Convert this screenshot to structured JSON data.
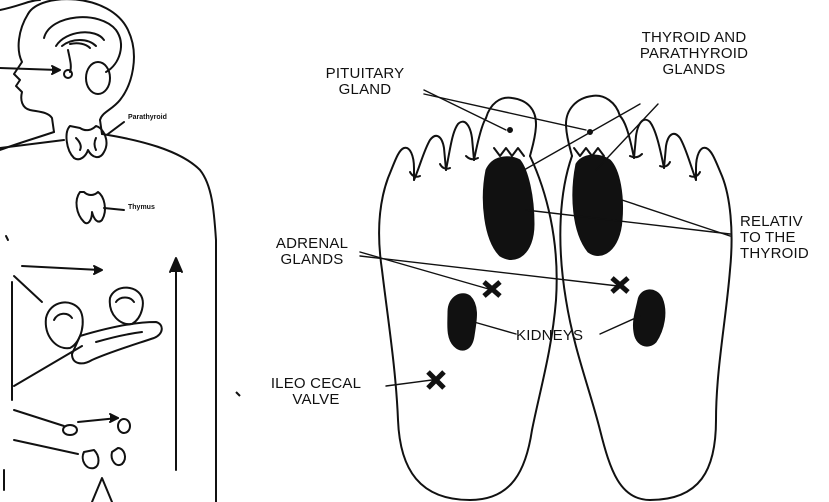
{
  "left_figure": {
    "parathyroid_label": "Parathyroid",
    "thymus_label": "Thymus"
  },
  "foot_diagram": {
    "labels": {
      "pituitary_line1": "PITUITARY",
      "pituitary_line2": "GLAND",
      "thyroid_line1": "THYROID AND",
      "thyroid_line2": "PARATHYROID",
      "thyroid_line3": "GLANDS",
      "relative_line1": "RELATIV",
      "relative_line2": "TO THE",
      "relative_line3": "THYROID",
      "adrenal_line1": "ADRENAL",
      "adrenal_line2": "GLANDS",
      "kidneys": "KIDNEYS",
      "ileo_line1": "ILEO CECAL",
      "ileo_line2": "VALVE"
    }
  },
  "colors": {
    "ink": "#111111",
    "background": "#ffffff"
  }
}
